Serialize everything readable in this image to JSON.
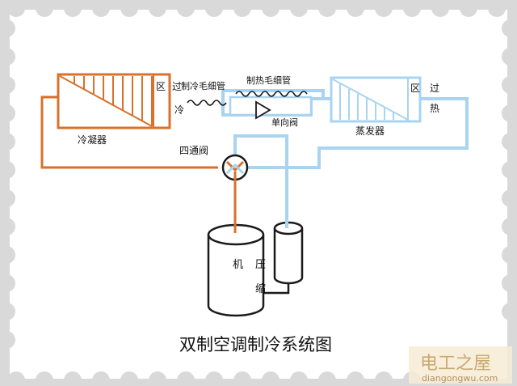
{
  "title": "双制空调制冷系统图",
  "watermark": {
    "brand": "电工之屋",
    "url": "diangongwu.com"
  },
  "condenser": {
    "label": "冷凝器",
    "zone_char": "区"
  },
  "evaporator": {
    "label": "蒸发器",
    "zone_char": "区"
  },
  "cooling_capillary": {
    "label_top": "制冷毛细管",
    "label_side": "冷",
    "label_overlay": "过"
  },
  "heating_capillary": {
    "label": "制热毛细管"
  },
  "check_valve": {
    "label": "单向阀"
  },
  "four_way_valve": {
    "label": "四通阀"
  },
  "superheat": {
    "char1": "过",
    "char2": "热"
  },
  "compressor": {
    "chars": [
      "机",
      "压",
      "缩"
    ]
  },
  "colors": {
    "hot_pipe": "#d9712a",
    "cold_pipe": "#a8d4f2",
    "dark_line": "#1a1a1a",
    "background": "#ffffff",
    "frame": "#d9d9d9"
  }
}
